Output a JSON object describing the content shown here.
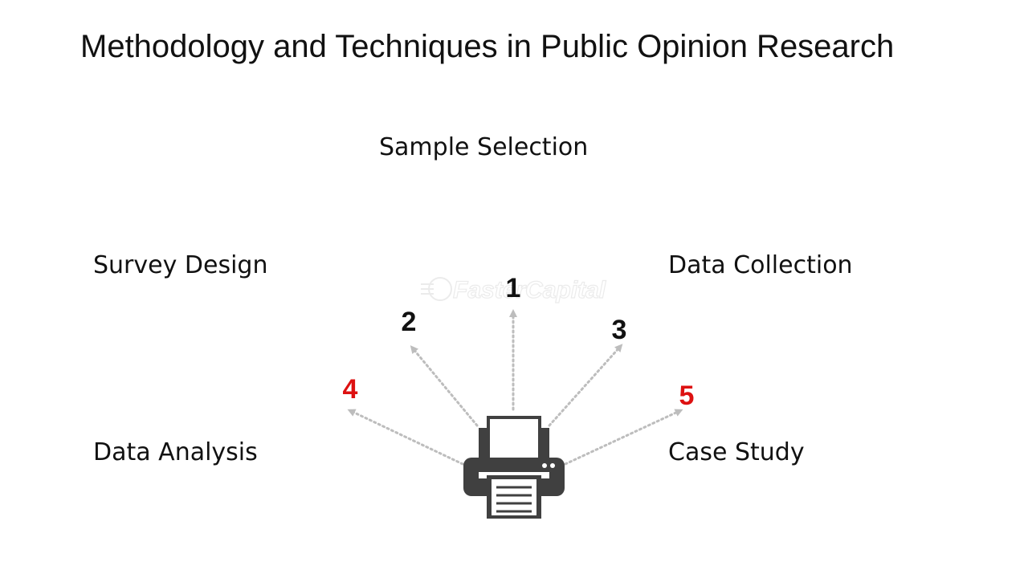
{
  "title": "Methodology and Techniques in Public Opinion Research",
  "labels": {
    "top": "Sample Selection",
    "top_left": "Survey Design",
    "top_right": "Data Collection",
    "bottom_left": "Data Analysis",
    "bottom_right": "Case Study"
  },
  "numbers": [
    {
      "text": "1",
      "color": "#111111"
    },
    {
      "text": "2",
      "color": "#111111"
    },
    {
      "text": "3",
      "color": "#111111"
    },
    {
      "text": "4",
      "color": "#dd1111"
    },
    {
      "text": "5",
      "color": "#dd1111"
    }
  ],
  "watermark": "FasterCapital",
  "icon": "printer-icon",
  "colors": {
    "arrow": "#bdbdbd",
    "printer": "#404040",
    "accent_number": "#dd1111"
  }
}
